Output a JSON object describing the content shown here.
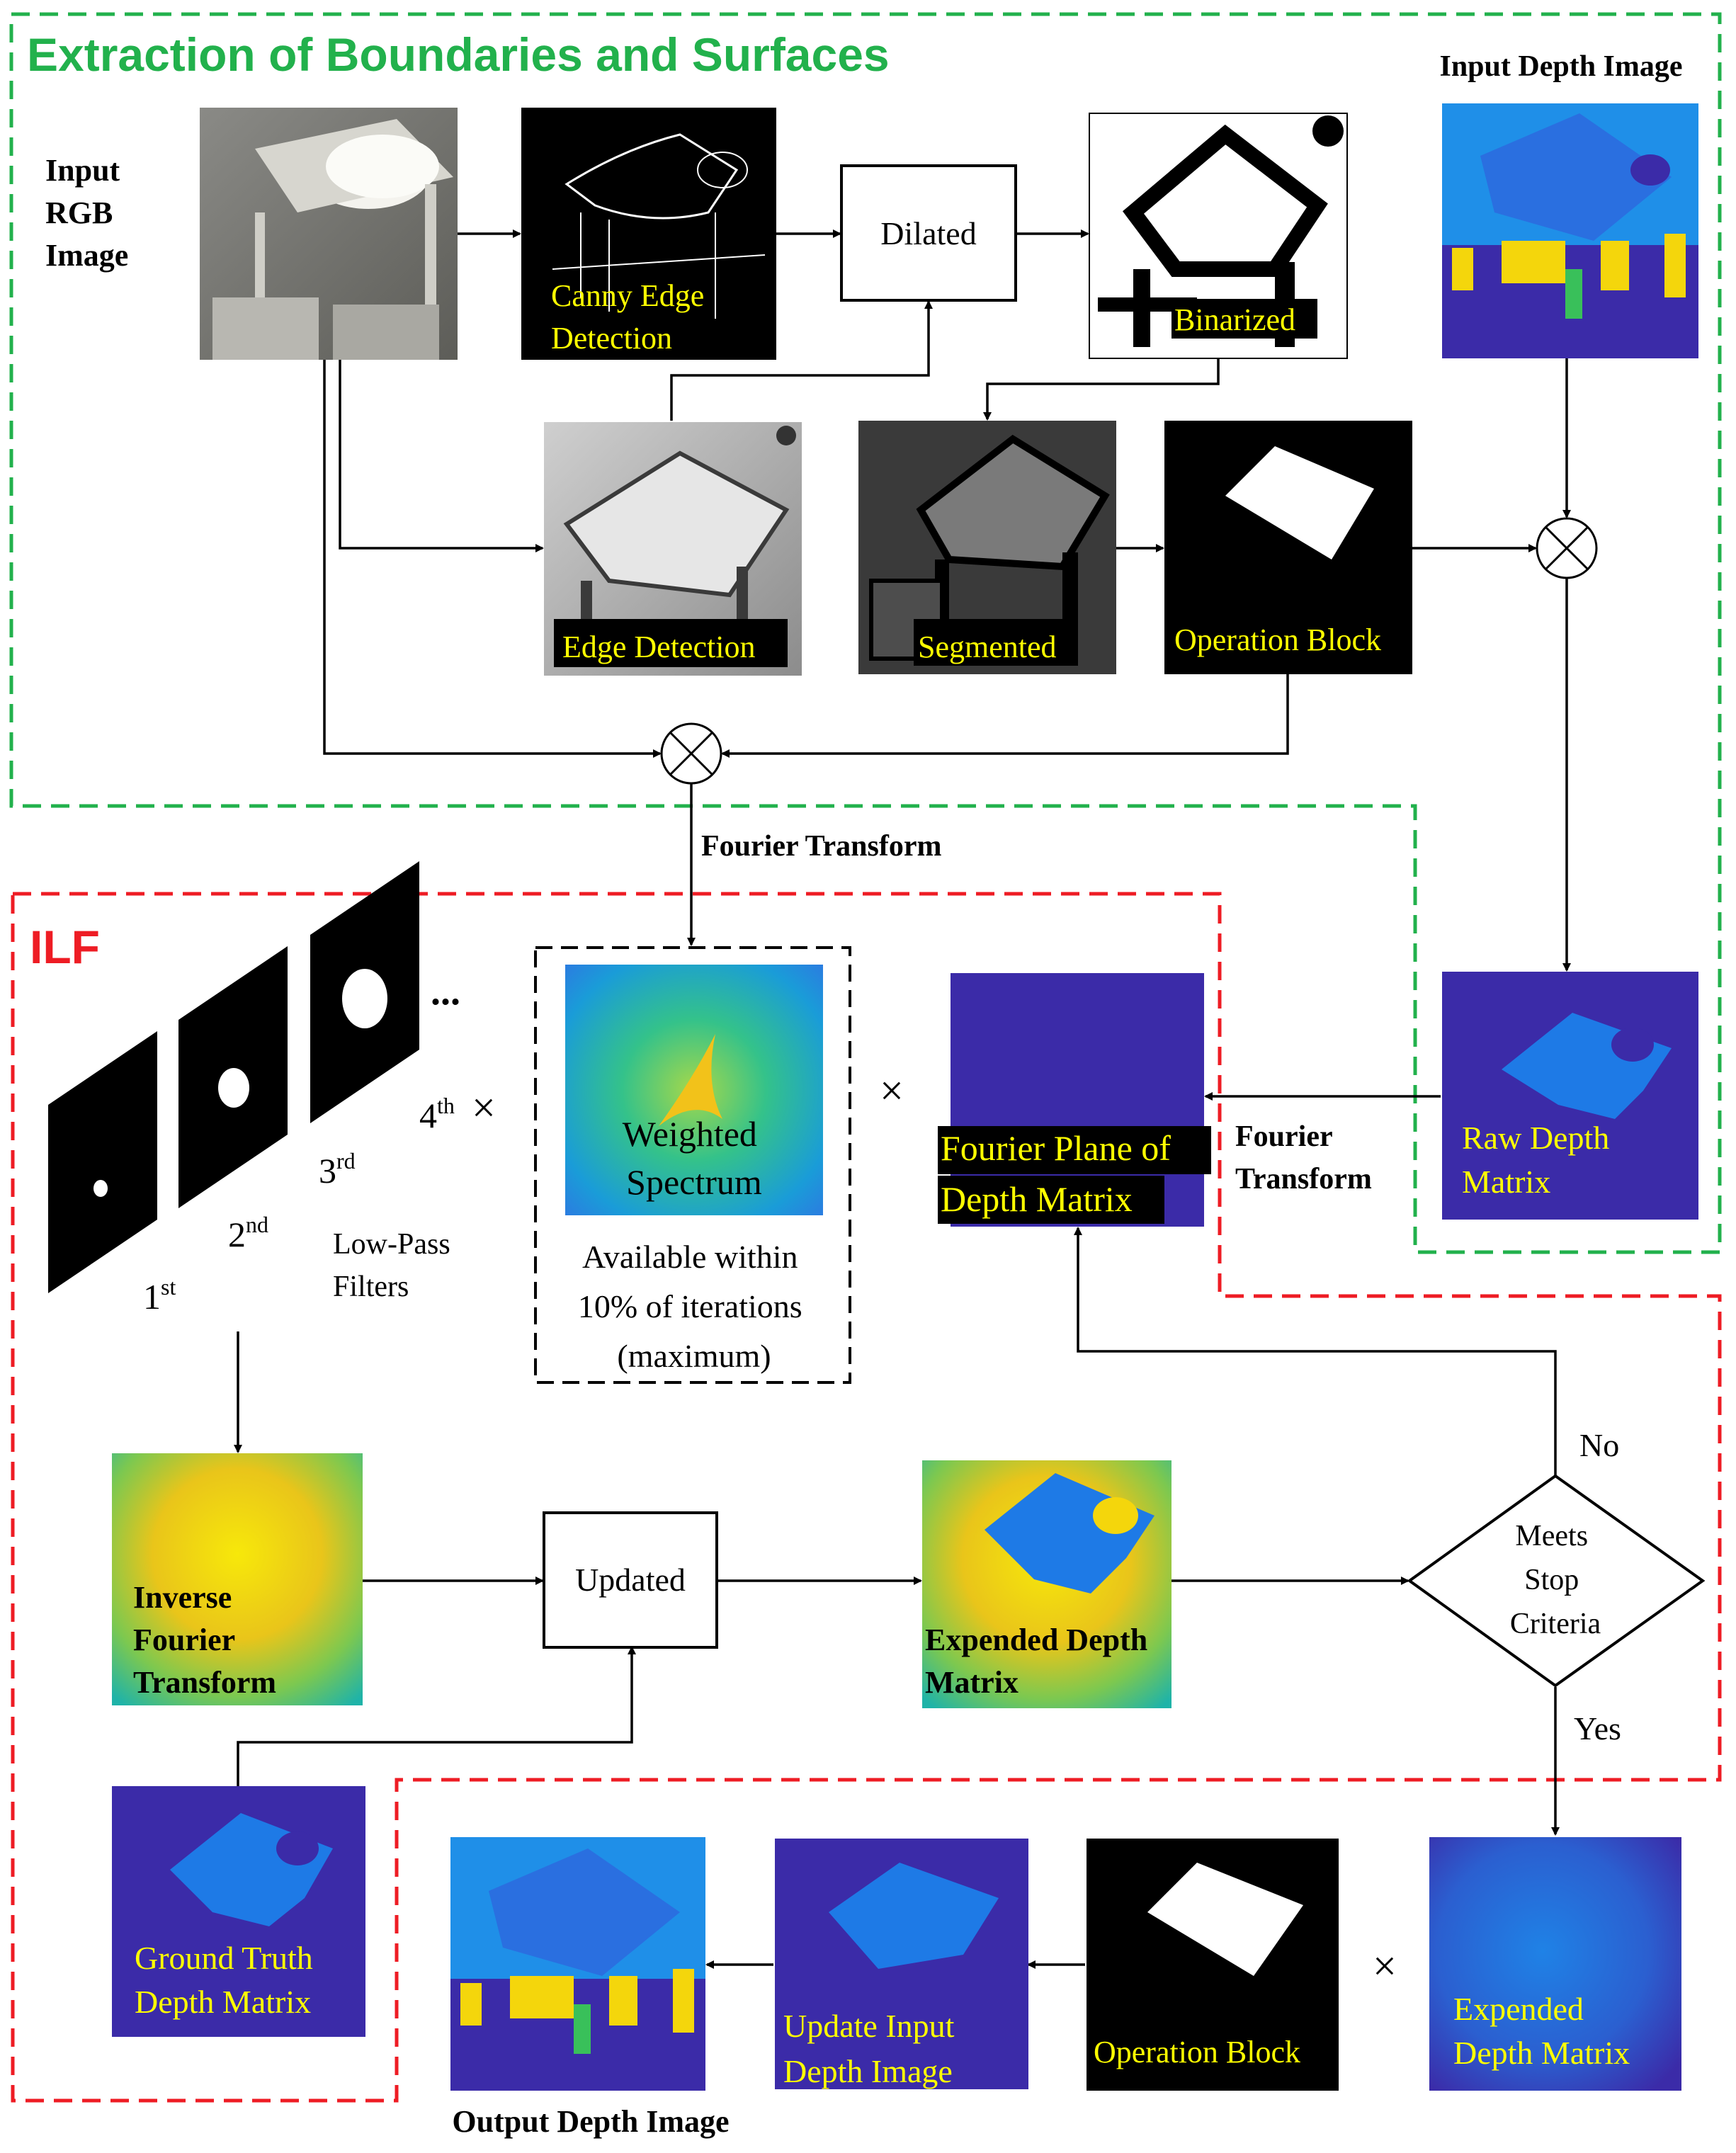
{
  "sections": {
    "extraction_title": "Extraction of Boundaries and Surfaces",
    "ilf_title": "ILF"
  },
  "colors": {
    "green_dash": "#22b14c",
    "red_dash": "#ee1c24",
    "label_yellow": "#ffff00",
    "depth_blue": "#3b2ba8",
    "surface_blue": "#1e7ae6",
    "hot_yellow": "#f4d60c"
  },
  "labels": {
    "input_rgb_l1": "Input",
    "input_rgb_l2": "RGB",
    "input_rgb_l3": "Image",
    "input_depth": "Input Depth Image",
    "canny_l1": "Canny Edge",
    "canny_l2": "Detection",
    "dilated": "Dilated",
    "binarized": "Binarized",
    "edge_detection": "Edge Detection",
    "segmented": "Segmented",
    "operation_block_top": "Operation Block",
    "fourier_transform_top": "Fourier Transform",
    "ft_right_l1": "Fourier",
    "ft_right_l2": "Transform",
    "weighted_l1": "Weighted",
    "weighted_l2": "Spectrum",
    "available_l1": "Available within",
    "available_l2": "10% of iterations",
    "available_l3": "(maximum)",
    "fourier_plane_l1": "Fourier Plane of",
    "fourier_plane_l2": "Depth Matrix",
    "raw_depth_l1": "Raw Depth",
    "raw_depth_l2": "Matrix",
    "ord_1": "1",
    "ord_1_sup": "st",
    "ord_2": "2",
    "ord_2_sup": "nd",
    "ord_3": "3",
    "ord_3_sup": "rd",
    "ord_4": "4",
    "ord_4_sup": "th",
    "ellipsis": "...",
    "times": "×",
    "low_pass_l1": "Low-Pass",
    "low_pass_l2": "Filters",
    "inverse_l1": "Inverse",
    "inverse_l2": "Fourier",
    "inverse_l3": "Transform",
    "updated": "Updated",
    "expended_mid_l1": "Expended Depth",
    "expended_mid_l2": "Matrix",
    "meets_l1": "Meets",
    "meets_l2": "Stop",
    "meets_l3": "Criteria",
    "no": "No",
    "yes": "Yes",
    "ground_truth_l1": "Ground Truth",
    "ground_truth_l2": "Depth Matrix",
    "output_depth": "Output Depth Image",
    "update_input_l1": "Update Input",
    "update_input_l2": "Depth Image",
    "operation_block_bottom": "Operation Block",
    "expended_bottom_l1": "Expended",
    "expended_bottom_l2": "Depth Matrix"
  }
}
